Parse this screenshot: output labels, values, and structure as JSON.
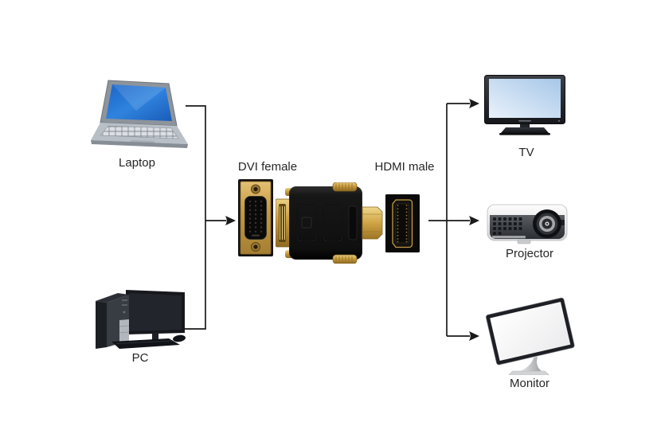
{
  "sources": [
    {
      "name": "laptop",
      "label": "Laptop"
    },
    {
      "name": "pc",
      "label": "PC"
    }
  ],
  "adapter": {
    "input_label": "DVI female",
    "output_label": "HDMI male"
  },
  "displays": [
    {
      "name": "tv",
      "label": "TV"
    },
    {
      "name": "projector",
      "label": "Projector"
    },
    {
      "name": "monitor",
      "label": "Monitor"
    }
  ],
  "illustrations": {
    "laptop": "laptop-illustration",
    "pc": "desktop-pc-with-monitor-illustration",
    "dvi_female": "dvi-female-connector-illustration",
    "adapter": "dvi-to-hdmi-adapter-illustration",
    "hdmi_male": "hdmi-male-connector-illustration",
    "tv": "flat-screen-tv-illustration",
    "projector": "projector-illustration",
    "monitor": "computer-monitor-illustration"
  },
  "colors": {
    "background": "#ffffff",
    "connector_line": "#1a1a1a",
    "label_text": "#262626",
    "gold": "#c89b3f",
    "adapter_body_black": "#141414",
    "laptop_screen_blue": "#2b7fdc",
    "tv_screen_blue": "#bfd8ef"
  }
}
